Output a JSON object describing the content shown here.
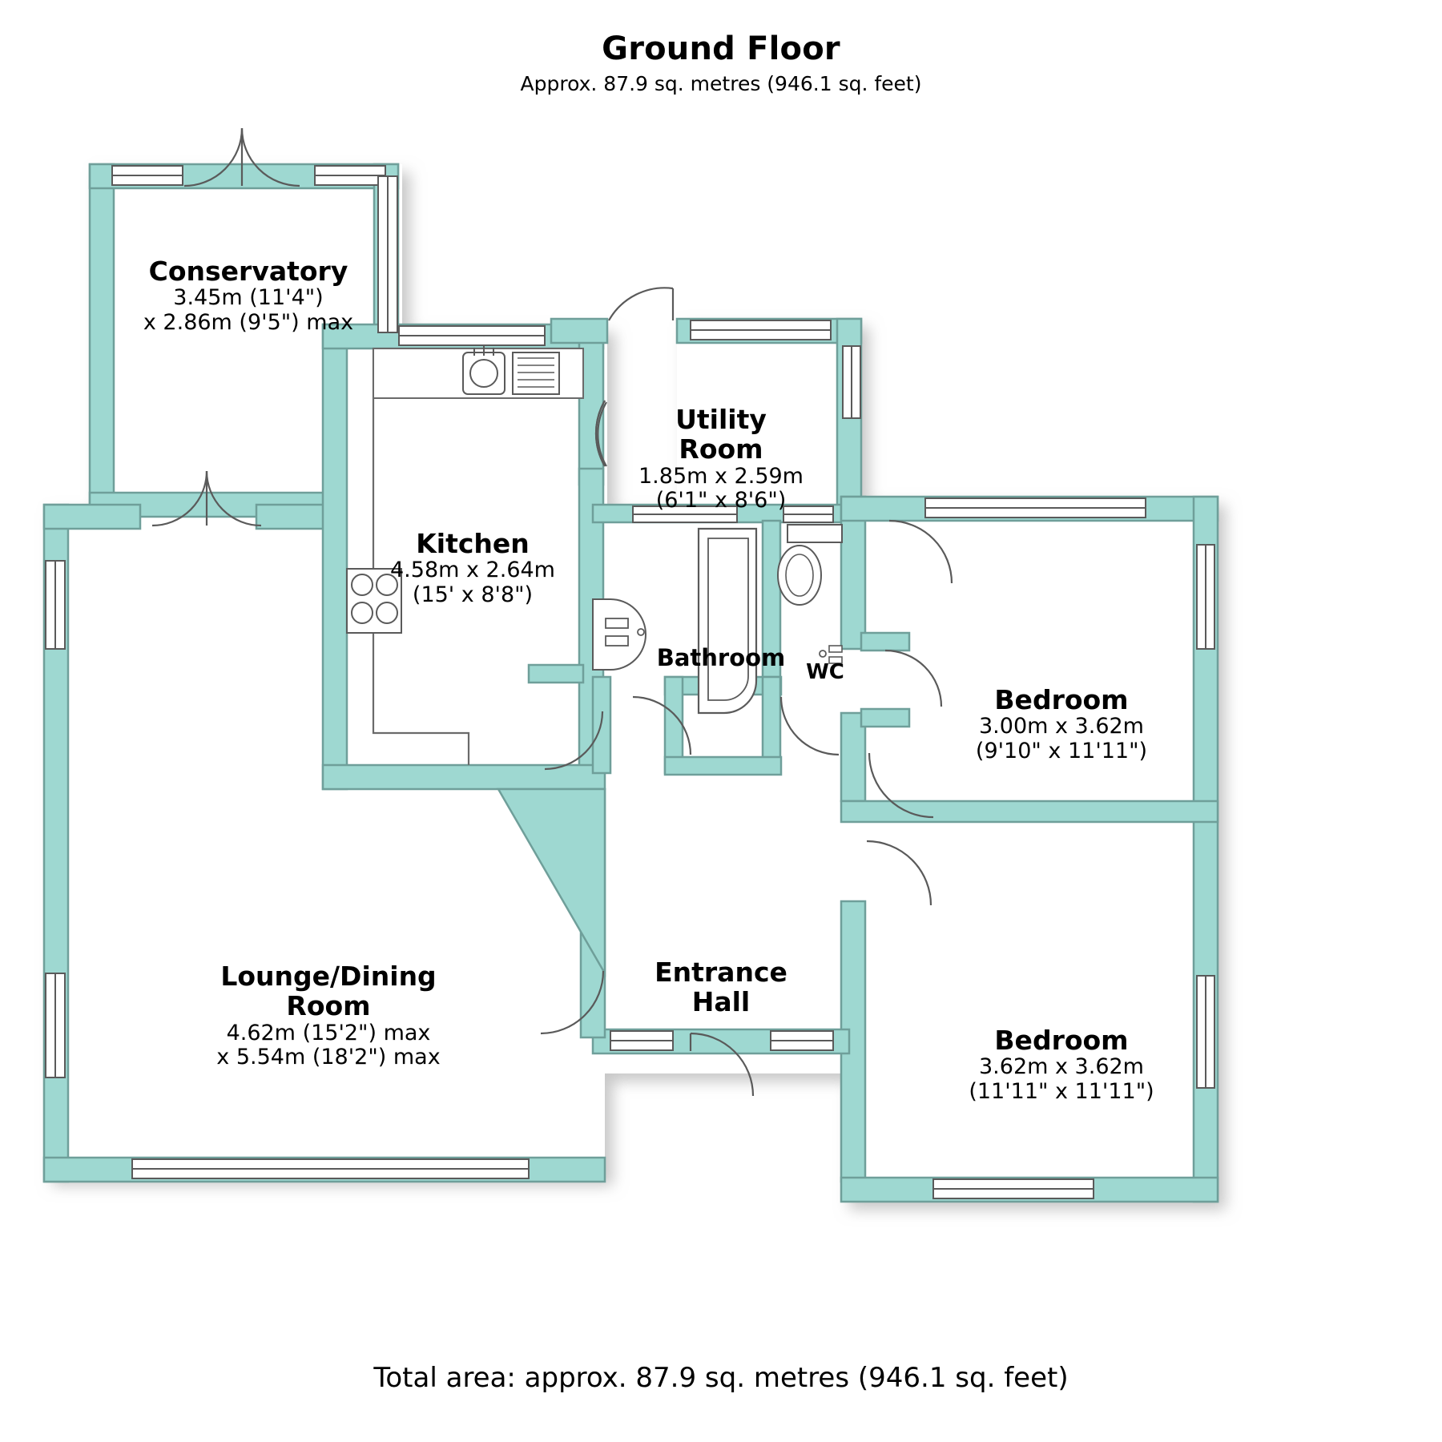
{
  "header": {
    "title": "Ground Floor",
    "subtitle": "Approx. 87.9 sq. metres (946.1 sq. feet)"
  },
  "footer": {
    "total_area": "Total area: approx. 87.9 sq. metres (946.1 sq. feet)"
  },
  "colors": {
    "wall": "#9ed8d1",
    "wall_stroke": "#6f9f9a",
    "room_fill": "#ffffff",
    "shadow": "#c9c9c9",
    "line": "#5a5a5a",
    "text": "#000000"
  },
  "rooms": [
    {
      "id": "conservatory",
      "name": "Conservatory",
      "dim_line_1": "3.45m (11'4\")",
      "dim_line_2": "x 2.86m (9'5\") max"
    },
    {
      "id": "kitchen",
      "name": "Kitchen",
      "dim_line_1": "4.58m x 2.64m",
      "dim_line_2": "(15' x 8'8\")"
    },
    {
      "id": "utility-room",
      "name_line_1": "Utility",
      "name_line_2": "Room",
      "dim_line_1": "1.85m x 2.59m",
      "dim_line_2": "(6'1\" x 8'6\")"
    },
    {
      "id": "bathroom",
      "name": "Bathroom"
    },
    {
      "id": "wc",
      "name": "WC"
    },
    {
      "id": "bedroom-1",
      "name": "Bedroom",
      "dim_line_1": "3.00m x 3.62m",
      "dim_line_2": "(9'10\" x 11'11\")"
    },
    {
      "id": "bedroom-2",
      "name": "Bedroom",
      "dim_line_1": "3.62m x 3.62m",
      "dim_line_2": "(11'11\" x 11'11\")"
    },
    {
      "id": "lounge-dining-room",
      "name_line_1": "Lounge/Dining",
      "name_line_2": "Room",
      "dim_line_1": "4.62m (15'2\") max",
      "dim_line_2": "x 5.54m (18'2\") max"
    },
    {
      "id": "entrance-hall",
      "name_line_1": "Entrance",
      "name_line_2": "Hall"
    }
  ],
  "fixtures": [
    {
      "id": "kitchen-sink",
      "icon": "sink-icon"
    },
    {
      "id": "kitchen-drainer",
      "icon": "drainer-icon"
    },
    {
      "id": "kitchen-hob",
      "icon": "hob-icon"
    },
    {
      "id": "bathroom-basin",
      "icon": "basin-icon"
    },
    {
      "id": "bathroom-bath",
      "icon": "bath-icon"
    },
    {
      "id": "wc-toilet",
      "icon": "toilet-icon"
    }
  ]
}
